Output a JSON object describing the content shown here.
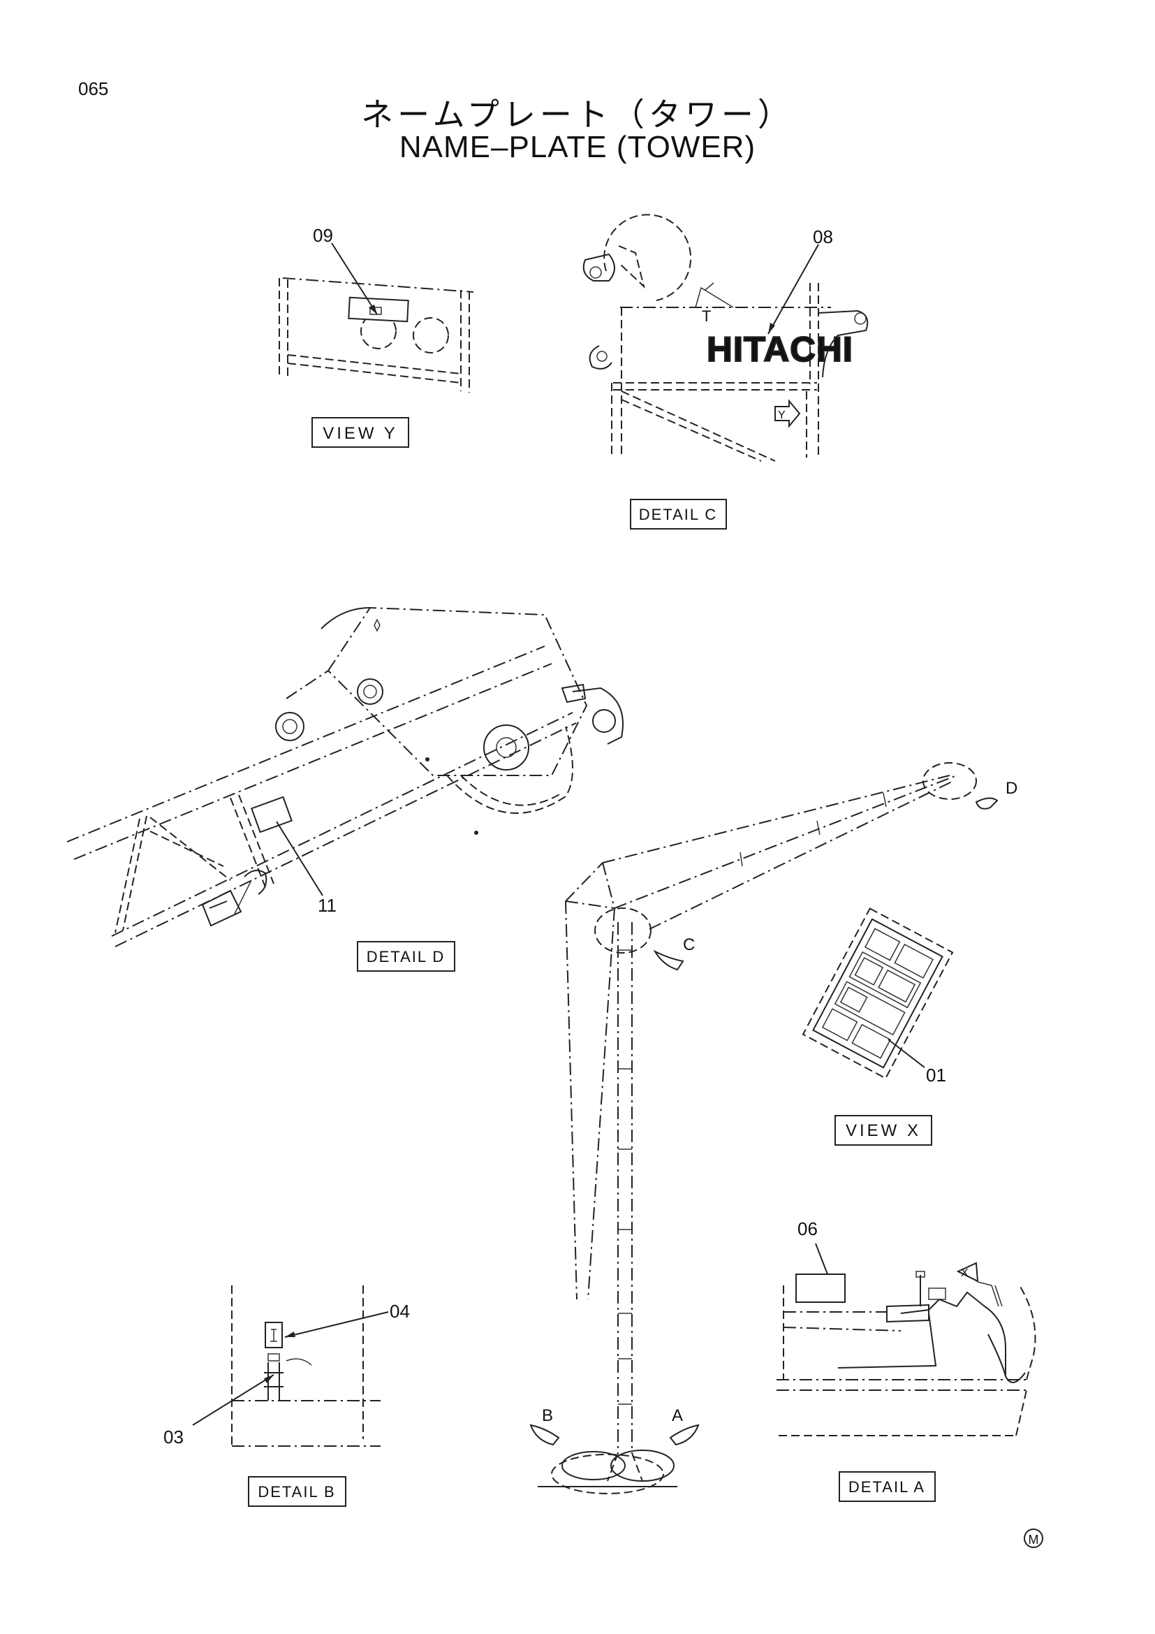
{
  "page": {
    "number": "065"
  },
  "title": {
    "japanese": "ネームプレート（タワー）",
    "english": "NAME–PLATE (TOWER)"
  },
  "logo": {
    "text": "HITACHI"
  },
  "views": {
    "view_y": "VIEW Y",
    "detail_c": "DETAIL C",
    "detail_d": "DETAIL D",
    "view_x": "VIEW X",
    "detail_b": "DETAIL B",
    "detail_a": "DETAIL A"
  },
  "callouts": {
    "p01": "01",
    "p03": "03",
    "p04": "04",
    "p06": "06",
    "p08": "08",
    "p09": "09",
    "p11": "11"
  },
  "markers": {
    "a": "A",
    "b": "B",
    "c": "C",
    "d": "D",
    "t": "T",
    "x": "X",
    "y": "Y"
  },
  "symbol": {
    "m": "M"
  }
}
